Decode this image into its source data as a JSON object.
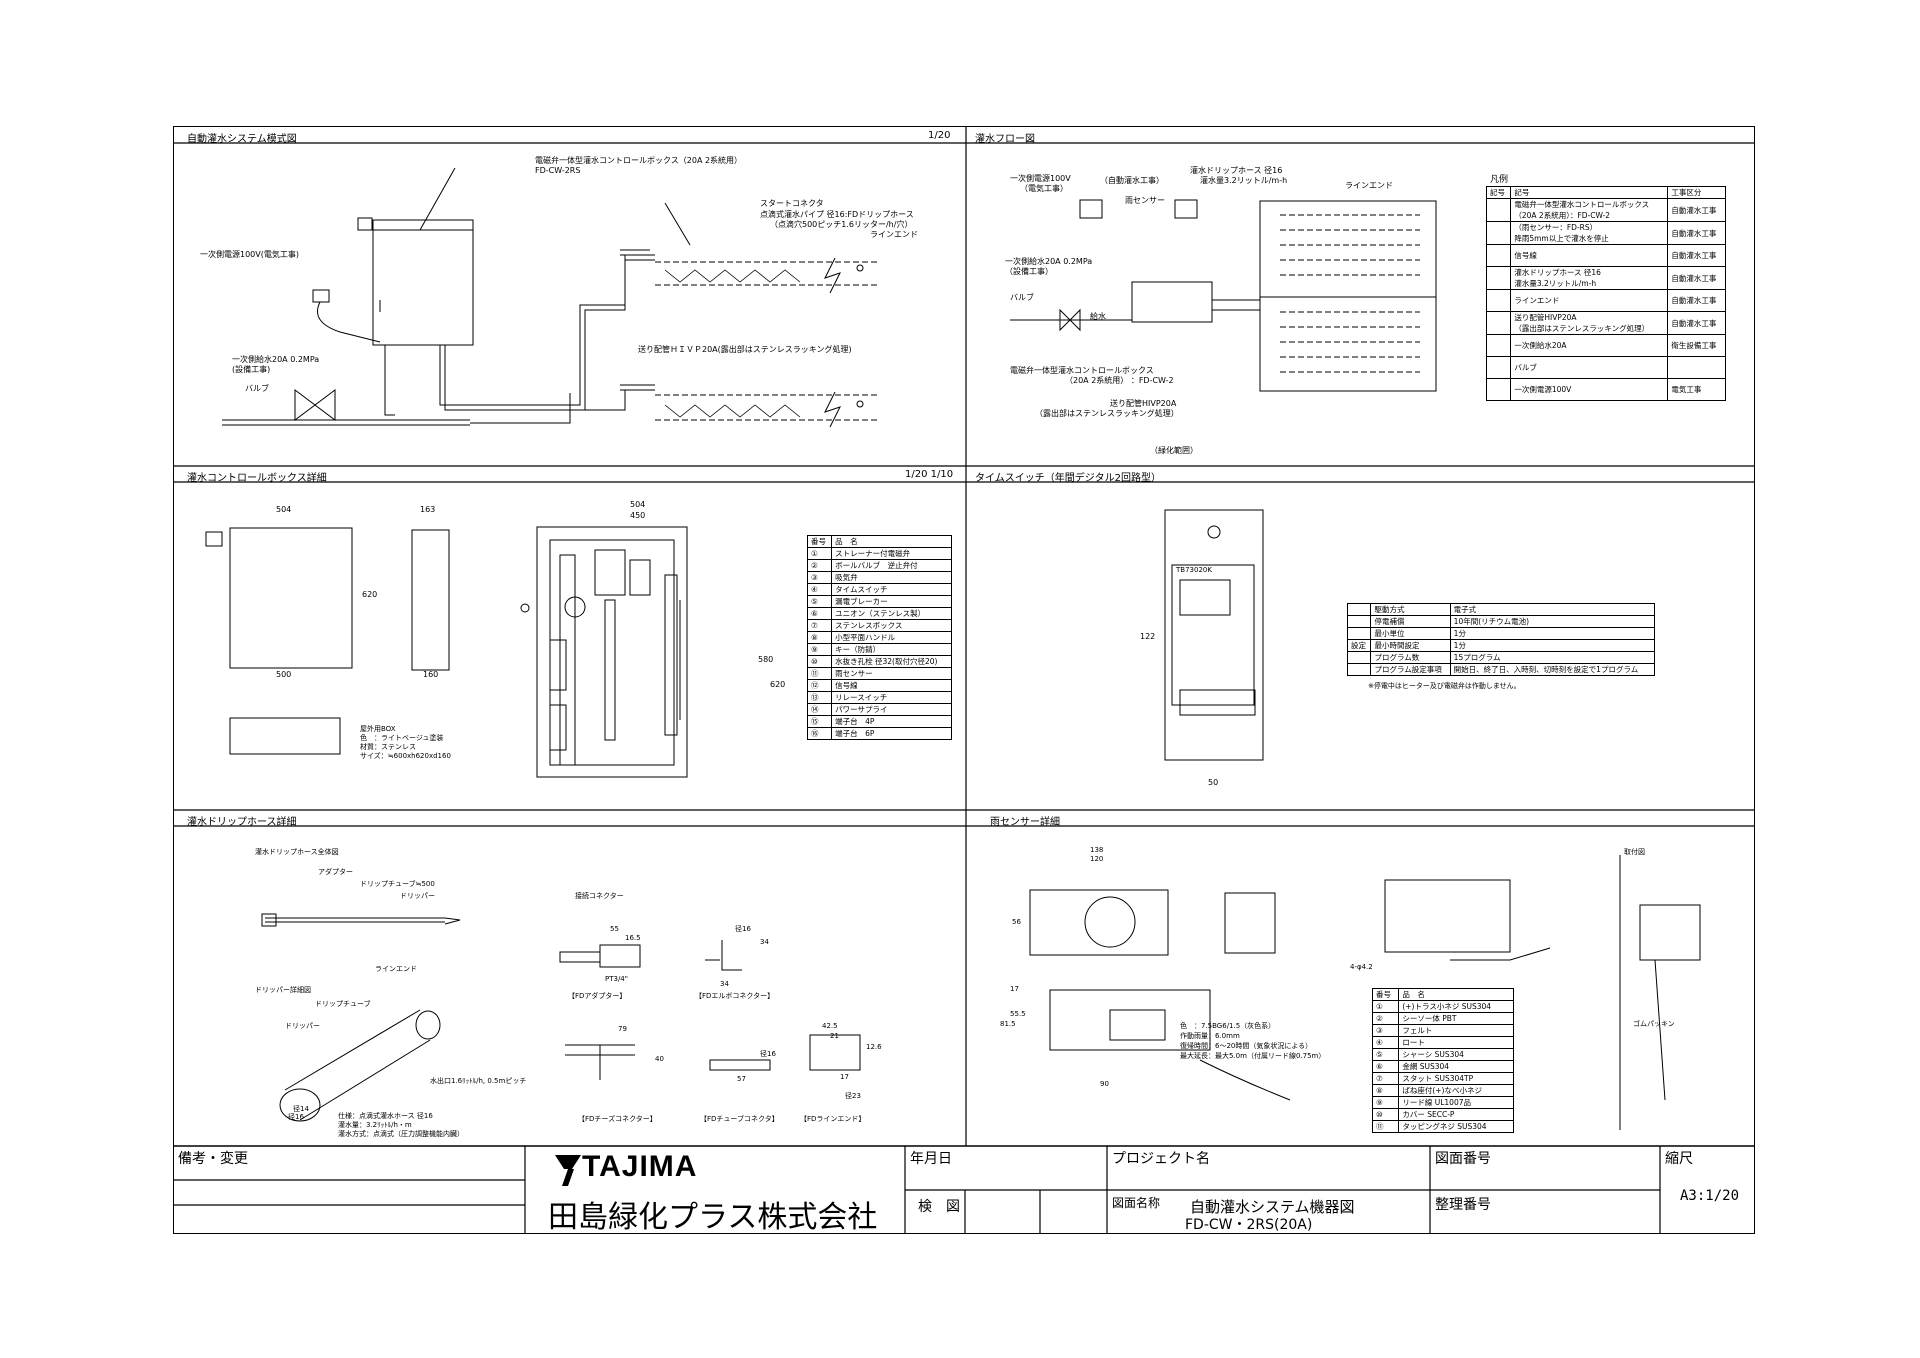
{
  "panels": {
    "system": {
      "title": "自動灌水システム模式図",
      "scale": "1/20",
      "labels": {
        "box": "電磁弁一体型灌水コントロールボックス（20A 2系統用）",
        "box_code": "FD-CW-2RS",
        "start": "スタートコネクタ",
        "pipe": "点滴式灌水パイプ 径16:FDドリップホース",
        "pipe_sub": "（点滴穴500ピッチ1.6リッター/h/穴）",
        "lineend": "ラインエンド",
        "power": "一次側電源100V(電気工事)",
        "water": "一次側給水20A 0.2MPa",
        "water_sub": "(設備工事)",
        "valve": "バルブ",
        "feed": "送り配管ＨＩＶＰ20A(露出部はステンレスラッキング処理)"
      }
    },
    "flow": {
      "title": "灌水フロー図",
      "labels": {
        "power": "一次側電源100V",
        "power_sub": "（電気工事）",
        "auto": "（自動灌水工事）",
        "rain": "雨センサー",
        "water": "一次側給水20A 0.2MPa",
        "water_sub": "（設備工事）",
        "valve": "バルブ",
        "supply": "給水",
        "hose": "灌水ドリップホース 径16",
        "hose_sub": "灌水量3.2リットル/m-h",
        "lineend": "ラインエンド",
        "box": "電磁弁一体型灌水コントロールボックス",
        "box_sub": "（20A 2系統用） ：FD-CW-2",
        "feed": "送り配管HIVP20A",
        "feed_sub": "（露出部はステンレスラッキング処理）",
        "area": "（緑化範囲）"
      },
      "legend": {
        "title": "凡例",
        "headers": [
          "記号",
          "記号",
          "工事区分"
        ],
        "rows": [
          {
            "name": "電磁弁一体型灌水コントロールボックス",
            "sub": "（20A 2系統用）：FD-CW-2",
            "div": "自動灌水工事"
          },
          {
            "name": "（雨センサー：FD-RS）",
            "sub": "降雨5mm以上で灌水を停止",
            "div": "自動灌水工事"
          },
          {
            "name": "信号線",
            "sub": "",
            "div": "自動灌水工事"
          },
          {
            "name": "灌水ドリップホース 径16",
            "sub": "灌水量3.2リットル/m-h",
            "div": "自動灌水工事"
          },
          {
            "name": "ラインエンド",
            "sub": "",
            "div": "自動灌水工事"
          },
          {
            "name": "送り配管HIVP20A",
            "sub": "（露出部はステンレスラッキング処理）",
            "div": "自動灌水工事"
          },
          {
            "name": "一次側給水20A",
            "sub": "",
            "div": "衛生設備工事"
          },
          {
            "name": "バルブ",
            "sub": "",
            "div": ""
          },
          {
            "name": "一次側電源100V",
            "sub": "",
            "div": "電気工事"
          }
        ]
      }
    },
    "control": {
      "title": "灌水コントロールボックス詳細",
      "scale": "1/20 1/10",
      "dims": {
        "w504": "504",
        "w500": "500",
        "d163": "163",
        "d160": "160",
        "h620": "620",
        "iw504": "504",
        "iw450": "450",
        "ih580": "580",
        "ih620": "620"
      },
      "outdoor": [
        "屋外用BOX",
        "色　：ライトベージュ塗装",
        "材質：ステンレス",
        "サイズ：≒600xh620xd160"
      ],
      "parts_header": [
        "番号",
        "品　名"
      ],
      "parts": [
        [
          "①",
          "ストレーナー付電磁弁"
        ],
        [
          "②",
          "ボールバルブ　逆止弁付"
        ],
        [
          "③",
          "吸気弁"
        ],
        [
          "④",
          "タイムスイッチ"
        ],
        [
          "⑤",
          "漏電ブレーカー"
        ],
        [
          "⑥",
          "ユニオン（ステンレス製）"
        ],
        [
          "⑦",
          "ステンレスボックス"
        ],
        [
          "⑧",
          "小型平面ハンドル"
        ],
        [
          "⑨",
          "キー（防錆）"
        ],
        [
          "⑩",
          "水抜き孔栓 径32(取付穴径20)"
        ],
        [
          "⑪",
          "雨センサー"
        ],
        [
          "⑫",
          "信号線"
        ],
        [
          "⑬",
          "リレースイッチ"
        ],
        [
          "⑭",
          "パワーサプライ"
        ],
        [
          "⑮",
          "端子台　4P"
        ],
        [
          "⑯",
          "端子台　6P"
        ]
      ]
    },
    "timer": {
      "title": "タイムスイッチ（年間デジタル2回路型）",
      "model": "TB73020K",
      "dim_h": "122",
      "dim_w": "50",
      "specs": [
        [
          "",
          "駆動方式",
          "電子式"
        ],
        [
          "",
          "停電補償",
          "10年間(リチウム電池)"
        ],
        [
          "",
          "最小単位",
          "1分"
        ],
        [
          "設定",
          "最小時間設定",
          "1分"
        ],
        [
          "",
          "プログラム数",
          "15プログラム"
        ],
        [
          "",
          "プログラム設定事項",
          "開始日、終了日、入時刻、切時刻を設定で1プログラム"
        ]
      ],
      "note": "※停電中はヒーター及び電磁弁は作動しません。"
    },
    "drip": {
      "title": "灌水ドリップホース詳細",
      "labels": {
        "whole": "灌水ドリップホース全体図",
        "adapter": "アダプター",
        "tube": "ドリップチューブ≒500",
        "dripper": "ドリッパー",
        "lineend": "ラインエンド",
        "detail": "ドリッパー詳細図",
        "tube2": "ドリップチューブ",
        "dripper2": "ドリッパー",
        "outlet": "水出口1.6ﾘｯﾄﾙ/h, 0.5mピッチ",
        "d14": "径14",
        "d16": "径16",
        "connector": "接続コネクター"
      },
      "spec": [
        "仕様：点滴式灌水ホース 径16",
        "灌水量：3.2ﾘｯﾄﾙ/h・m",
        "灌水方式：点滴式（圧力調整機能内臓）"
      ],
      "connectors": {
        "adapter": "【FDアダプター】",
        "elbow": "【FDエルボコネクター】",
        "tee": "【FDチーズコネクター】",
        "tube": "【FDチューブコネクタ】",
        "end": "【FDラインエンド】",
        "pt": "PT3/4\"",
        "dims": [
          "55",
          "16.5",
          "34",
          "径16",
          "34",
          "79",
          "40",
          "57",
          "42.5",
          "21",
          "12.6",
          "17",
          "径23",
          "径16"
        ]
      }
    },
    "rain": {
      "title": "雨センサー詳細",
      "mount": "取付図",
      "gum": "ゴムパッキン",
      "dims": [
        "138",
        "120",
        "56",
        "17",
        "55.5",
        "81.5",
        "90",
        "4-φ4.2"
      ],
      "info": [
        "色　：7.5BG6/1.5（灰色系）",
        "作動雨量：6.0mm",
        "復帰時間：6～20時間（気象状況による）",
        "最大延長：最大5.0m（付属リード線0.75m）"
      ],
      "parts_header": [
        "番号",
        "品　名"
      ],
      "parts": [
        [
          "①",
          "(+)トラス小ネジ SUS304"
        ],
        [
          "②",
          "シーソー体 PBT"
        ],
        [
          "③",
          "フェルト"
        ],
        [
          "④",
          "ロート"
        ],
        [
          "⑤",
          "シャーシ SUS304"
        ],
        [
          "⑥",
          "金網 SUS304"
        ],
        [
          "⑦",
          "スタット SUS304TP"
        ],
        [
          "⑧",
          "ばね座付(+)なべ小ネジ"
        ],
        [
          "⑨",
          "リード線 UL1007品"
        ],
        [
          "⑩",
          "カバー SECC-P"
        ],
        [
          "⑪",
          "タッピングネジ SUS304"
        ]
      ]
    }
  },
  "titleblock": {
    "remarks": "備考・変更",
    "logo": "TAJIMA",
    "company": "田島緑化プラス株式会社",
    "date": "年月日",
    "check": "検　図",
    "project": "プロジェクト名",
    "drawing_name_label": "図面名称",
    "drawing_name": "自動灌水システム機器図",
    "drawing_code": "FD-CW・2RS(20A)",
    "drawing_no": "図面番号",
    "ref_no": "整理番号",
    "scale_label": "縮尺",
    "scale": "A3:1/20"
  }
}
